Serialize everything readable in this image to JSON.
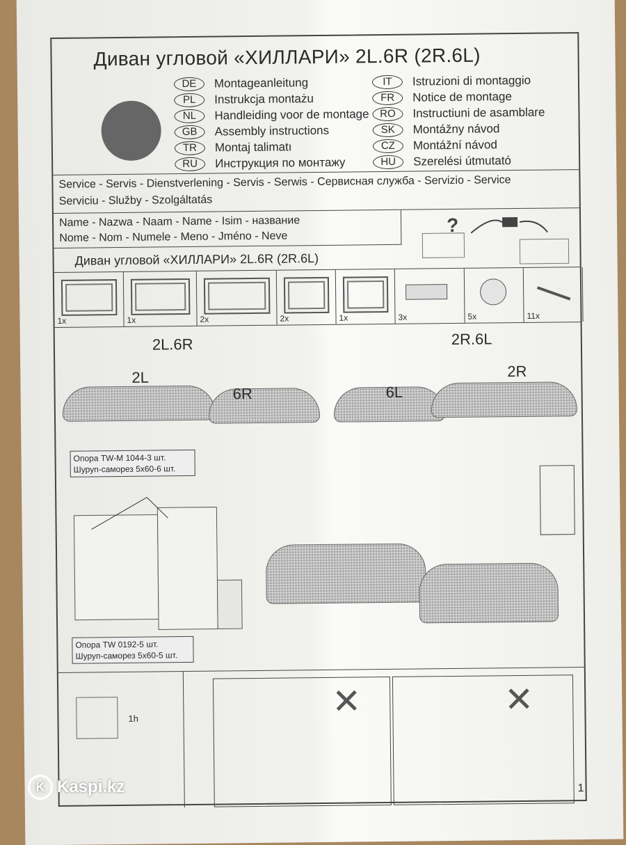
{
  "title": "Диван угловой «ХИЛЛАРИ» 2L.6R (2R.6L)",
  "languages_left": [
    {
      "code": "DE",
      "label": "Montageanleitung"
    },
    {
      "code": "PL",
      "label": "Instrukcja montażu"
    },
    {
      "code": "NL",
      "label": "Handleiding voor de montage"
    },
    {
      "code": "GB",
      "label": "Assembly instructions"
    },
    {
      "code": "TR",
      "label": "Montaj talimatı"
    },
    {
      "code": "RU",
      "label": "Инструкция по монтажу"
    }
  ],
  "languages_right": [
    {
      "code": "IT",
      "label": "Istruzioni di montaggio"
    },
    {
      "code": "FR",
      "label": "Notice de montage"
    },
    {
      "code": "RO",
      "label": "Instructiuni de asamblare"
    },
    {
      "code": "SK",
      "label": "Montážny návod"
    },
    {
      "code": "CZ",
      "label": "Montážní návod"
    },
    {
      "code": "HU",
      "label": "Szerelési útmutató"
    }
  ],
  "service": {
    "line1": "Service - Servis - Dienstverlening - Servis - Serwis - Сервисная служба - Servizio - Service",
    "line2": "Serviciu - Služby - Szolgáltatás"
  },
  "name": {
    "line1": "Name - Nazwa - Naam - Name - Isim - название",
    "line2": "Nome - Nom - Numele - Meno - Jméno - Neve",
    "value": "Диван угловой «ХИЛЛАРИ» 2L.6R (2R.6L)"
  },
  "parts": [
    {
      "qty": "1x"
    },
    {
      "qty": "1x"
    },
    {
      "qty": "2x"
    },
    {
      "qty": "2x"
    },
    {
      "qty": "1x"
    },
    {
      "qty": "3x"
    },
    {
      "qty": "5x"
    },
    {
      "qty": "11x"
    }
  ],
  "variants": {
    "left_title": "2L.6R",
    "left_a": "2L",
    "left_b": "6R",
    "right_title": "2R.6L",
    "right_a": "2R",
    "right_b": "6L"
  },
  "notes": {
    "top1": "Опора TW-M 1044-3 шт.",
    "top2": "Шуруп-саморез 5х60-6 шт.",
    "bottom1": "Опора TW 0192-5 шт.",
    "bottom2": "Шуруп-саморез 5х60-5 шт."
  },
  "time": "1h",
  "page_number": "1",
  "watermark": "Kaspi.kz"
}
